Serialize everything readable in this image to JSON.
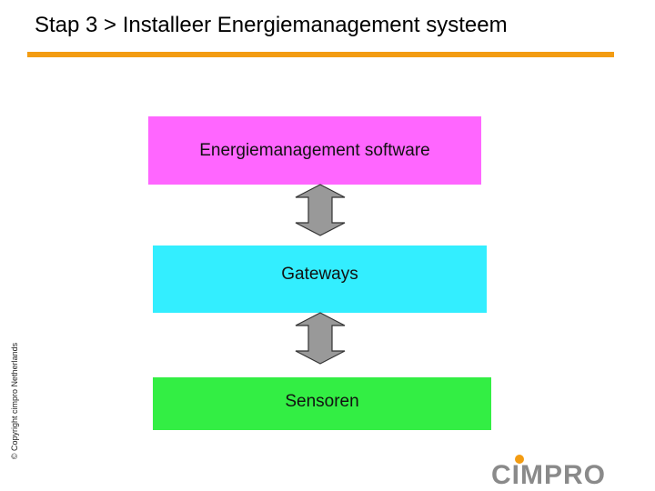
{
  "slide": {
    "title": "Stap 3 > Installeer Energiemanagement systeem",
    "copyright": "© Copyright cimpro Netherlands"
  },
  "diagram": {
    "layers": [
      {
        "label": "Energiemanagement software",
        "color": "#ff66ff"
      },
      {
        "label": "Gateways",
        "color": "#33eeff"
      },
      {
        "label": "Sensoren",
        "color": "#33ee44"
      }
    ],
    "connector_color": "#999999"
  },
  "logo": {
    "text": "CIMPRO",
    "text_color": "#8a8a8a",
    "dot_color": "#f39c12"
  },
  "colors": {
    "accent_rule": "#f39c12"
  }
}
